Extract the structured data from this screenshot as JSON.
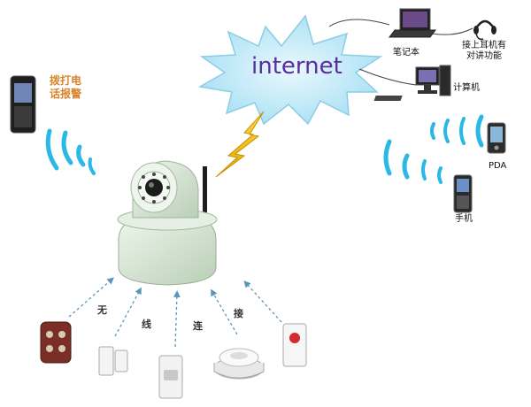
{
  "cloud": {
    "text": "internet"
  },
  "devices": {
    "phone_left": {
      "label_line1": "拨打电",
      "label_line2": "话报警"
    },
    "laptop": {
      "label": "笔记本"
    },
    "headset": {
      "label_line1": "接上耳机有",
      "label_line2": "对讲功能"
    },
    "desktop": {
      "label": "计算机"
    },
    "pda": {
      "label": "PDA"
    },
    "mobile": {
      "label": "手机"
    }
  },
  "wireless_chars": [
    "无",
    "线",
    "连",
    "接"
  ],
  "colors": {
    "cloud_fill": "#bfeaf8",
    "cloud_text": "#5a2c9c",
    "wave": "#2bb8e6",
    "lightning": "#f2c20a",
    "camera_body": "#d8e8d6",
    "orange_text": "#d8842a"
  }
}
